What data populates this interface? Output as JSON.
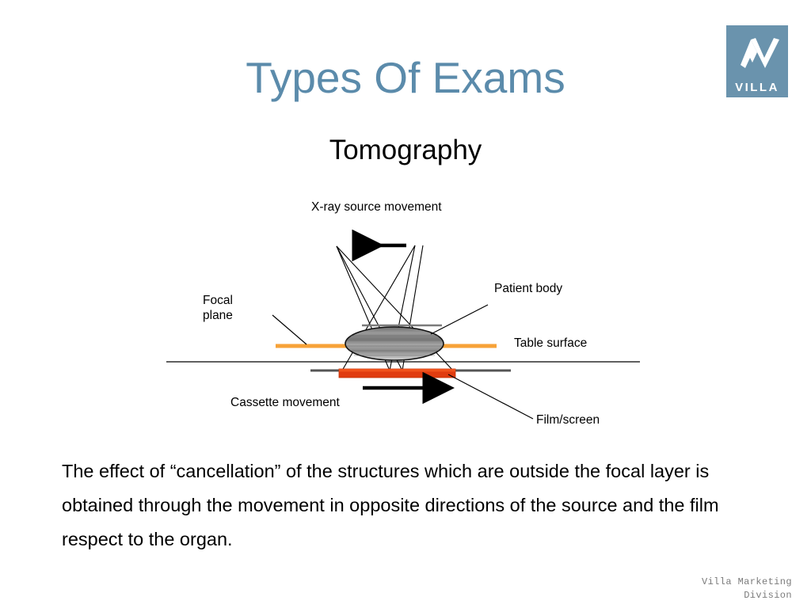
{
  "slide": {
    "title": "Types Of Exams",
    "subtitle": "Tomography",
    "title_color": "#5b8bab"
  },
  "logo": {
    "wordmark": "VILLA",
    "mark_icon": "villa-monogram-icon",
    "brand_color": "#6a93ad"
  },
  "diagram": {
    "name": "tomography-diagram",
    "labels": {
      "xray_source_movement": "X-ray source movement",
      "focal_plane_line1": "Focal",
      "focal_plane_line2": "plane",
      "patient_body": "Patient body",
      "table_surface": "Table surface",
      "cassette_movement": "Cassette movement",
      "film_screen": "Film/screen"
    },
    "colors": {
      "focal_plane_line": "#f7a238",
      "film_cassette": "#e03c10",
      "cassette_holder": "#555555",
      "patient_body_fill": "#808080",
      "beam_lines": "#000000"
    },
    "arrows": {
      "source_direction": "left",
      "cassette_direction": "right"
    }
  },
  "body": {
    "paragraph": "The effect of “cancellation” of the structures which are outside the focal layer is obtained through the movement in opposite directions of the source and the film respect to the organ."
  },
  "footer": {
    "line1": "Villa Marketing",
    "line2": "Division"
  }
}
